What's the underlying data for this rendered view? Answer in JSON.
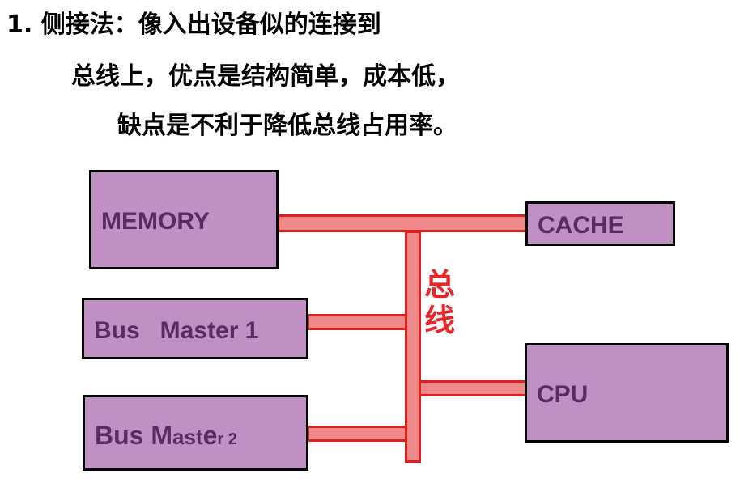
{
  "heading": {
    "line1": "1. 侧接法：像入出设备似的连接到",
    "line2": "总线上，优点是结构简单，成本低，",
    "line3": "缺点是不利于降低总线占用率。"
  },
  "diagram": {
    "bus_label": "总线",
    "memory_label": "MEMORY",
    "cache_label": "CACHE",
    "master1_label": "Bus   Master 1",
    "cpu_label": "CPU",
    "master2": {
      "part1": "Bus M",
      "part2": "ast",
      "part3": "e",
      "part4": "r 2"
    }
  },
  "colors": {
    "box_fill": "#c08fc3",
    "box_text": "#5a2a62",
    "bus_fill": "#f08a8a",
    "bus_border": "#e02020",
    "bus_label": "#e8262a"
  }
}
